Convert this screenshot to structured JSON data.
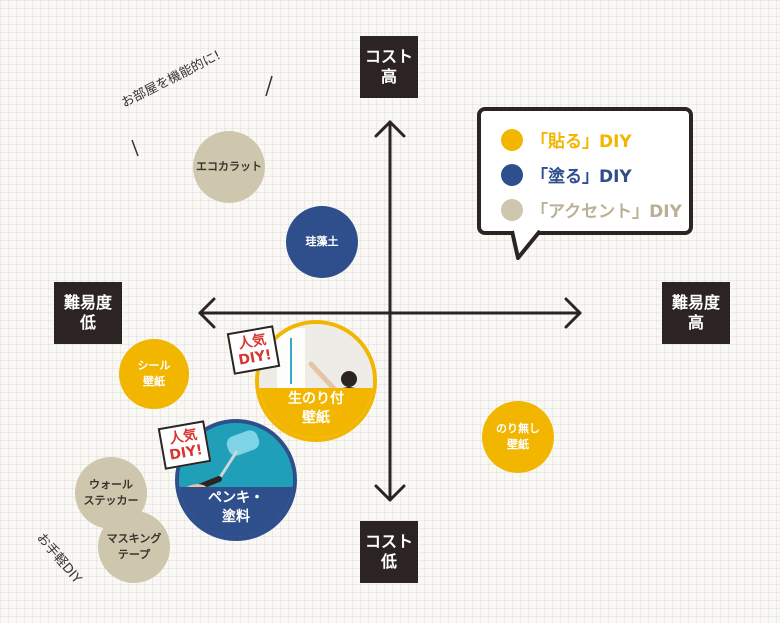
{
  "axes": {
    "y_top": [
      "コスト",
      "高"
    ],
    "y_bottom": [
      "コスト",
      "低"
    ],
    "x_left": [
      "難易度",
      "低"
    ],
    "x_right": [
      "難易度",
      "高"
    ]
  },
  "legend": [
    {
      "label": "「貼る」DIY",
      "color": "#f2b600"
    },
    {
      "label": "「塗る」DIY",
      "color": "#2f4e8c"
    },
    {
      "label": "「アクセント」DIY",
      "color": "#cec7ae"
    }
  ],
  "items": {
    "eco_carat": {
      "label": [
        "エコカラット"
      ],
      "category": "accent"
    },
    "keisoudo": {
      "label": [
        "珪藻土"
      ],
      "category": "paint"
    },
    "seal_wallpaper": {
      "label": [
        "シール",
        "壁紙"
      ],
      "category": "stick"
    },
    "unglued_wallpaper": {
      "label": [
        "のり無し",
        "壁紙"
      ],
      "category": "stick"
    },
    "wall_sticker": {
      "label": [
        "ウォール",
        "ステッカー"
      ],
      "category": "accent"
    },
    "masking_tape": {
      "label": [
        "マスキング",
        "テープ"
      ],
      "category": "accent"
    },
    "glued_wallpaper": {
      "label": [
        "生のり付",
        "壁紙"
      ],
      "category": "stick",
      "badge": [
        "人気",
        "DIY!"
      ]
    },
    "paint": {
      "label": [
        "ペンキ・",
        "塗料"
      ],
      "category": "paint",
      "badge": [
        "人気",
        "DIY!"
      ]
    }
  },
  "notes": {
    "functional": "お部屋を機能的に!",
    "easy": "お手軽DIY"
  },
  "colors": {
    "stick": "#f2b600",
    "paint": "#2f4e8c",
    "accent": "#cec7ae",
    "dark": "#2b2422",
    "badge_text": "#d8352f",
    "wall_blue": "#1f9fb8"
  },
  "icons": {
    "photo_person": "person-hanging-wallpaper-icon",
    "photo_roller": "paint-roller-icon"
  }
}
